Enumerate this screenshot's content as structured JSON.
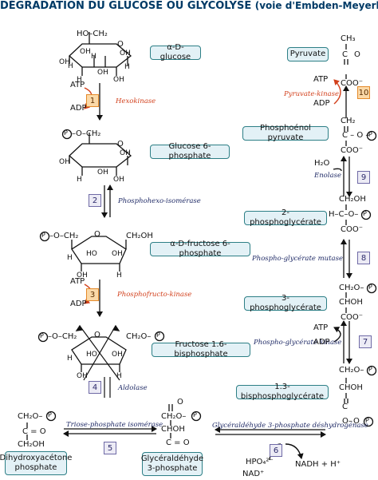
{
  "title": {
    "main": "DÉGRADATION DU GLUCOSE OU GLYCOLYSE",
    "sub": "(voie d'Embden-Meyerhof)"
  },
  "compounds": {
    "alpha_d_glucose": "α-D-glucose",
    "glucose_6_phosphate": "Glucose 6-phosphate",
    "alpha_d_fructose_6_phosphate": "α-D-fructose 6-phosphate",
    "fructose_16_bisphosphate": "Fructose 1.6-bisphosphate",
    "dihydroxyacetone_phosphate": "Dihydroxyacétone phosphate",
    "glyceraldehyde_3_phosphate": "Glycéraldéhyde 3-phosphate",
    "bisphosphoglycerate_13": "1.3-bisphosphoglycérate",
    "phosphoglycerate_3": "3-phosphoglycérate",
    "phosphoglycerate_2": "2-phosphoglycérate",
    "phosphoenol_pyruvate": "Phosphoénol pyruvate",
    "pyruvate": "Pyruvate"
  },
  "enzymes": {
    "e1": "Hexokinase",
    "e2": "Phosphohexo-isomérase",
    "e3": "Phosphofructo-kinase",
    "e4": "Aldolase",
    "e5": "Triose-phosphate isomérase",
    "e6": "Glycéraldéhyde 3-phosphate déshydrogénase",
    "e7": "Phospho-glycérate kinase",
    "e8": "Phospho-glycérate mutase",
    "e9": "Enolase",
    "e10": "Pyruvate-kinase"
  },
  "steps": [
    "1",
    "2",
    "3",
    "4",
    "5",
    "6",
    "7",
    "8",
    "9",
    "10"
  ],
  "cofactors": {
    "atp": "ATP",
    "adp": "ADP",
    "h2o": "H₂O",
    "hpo4": "HPO₄²⁻",
    "nad": "NAD⁺",
    "nadh": "NADH + H⁺"
  },
  "atoms": {
    "ho_ch2": "HO–CH₂",
    "p_o_ch2": "–O–CH₂",
    "ch2oh": "CH₂OH",
    "ch2_o": "CH₂O–",
    "o": "O",
    "h": "H",
    "oh": "OH",
    "ho": "HO",
    "p": "P",
    "ch3": "CH₃",
    "c_eq_o": "C = O",
    "c": "C",
    "coo": "COO⁻",
    "ch2": "CH₂",
    "ch2_o_short": "CH₂O–",
    "choh": "CHOH",
    "chop": "H–C–O–",
    "c_o": "C – O –",
    "c_eq": "C",
    "ch2oh_b": "CH₂OH",
    "cho_upper": "C = O",
    "o_dash": "O–",
    "ho_left": "HO"
  },
  "colors": {
    "title": "#003a66",
    "box_fill": "#e3f1f6",
    "box_border": "#2d7f86",
    "red": "#d2401c",
    "navy": "#1f2a66",
    "orange_box": "#fbd9a8"
  }
}
